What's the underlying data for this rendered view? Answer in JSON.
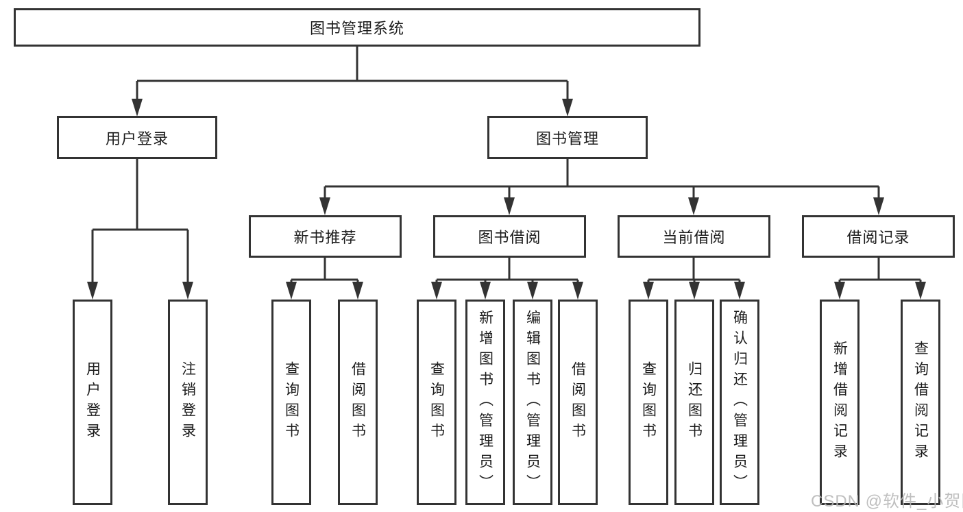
{
  "diagram": {
    "watermark": "CSDN @软件_小贺同学",
    "colors": {
      "line": "#333333",
      "box_border": "#333333",
      "box_background": "#ffffff",
      "text": "#1c1c1c",
      "watermark": "#b6b6b6"
    },
    "tree": {
      "root": {
        "label": "图书管理系统"
      },
      "branches": [
        {
          "label": "用户登录",
          "children": [
            {
              "label": "用户登录"
            },
            {
              "label": "注销登录"
            }
          ]
        },
        {
          "label": "图书管理",
          "children": [
            {
              "label": "新书推荐",
              "children": [
                {
                  "label": "查询图书"
                },
                {
                  "label": "借阅图书"
                }
              ]
            },
            {
              "label": "图书借阅",
              "children": [
                {
                  "label": "查询图书"
                },
                {
                  "label": "新增图书（管理员）"
                },
                {
                  "label": "编辑图书（管理员）"
                },
                {
                  "label": "借阅图书"
                }
              ]
            },
            {
              "label": "当前借阅",
              "children": [
                {
                  "label": "查询图书"
                },
                {
                  "label": "归还图书"
                },
                {
                  "label": "确认归还（管理员）"
                }
              ]
            },
            {
              "label": "借阅记录",
              "children": [
                {
                  "label": "新增借阅记录"
                },
                {
                  "label": "查询借阅记录"
                }
              ]
            }
          ]
        }
      ]
    }
  }
}
